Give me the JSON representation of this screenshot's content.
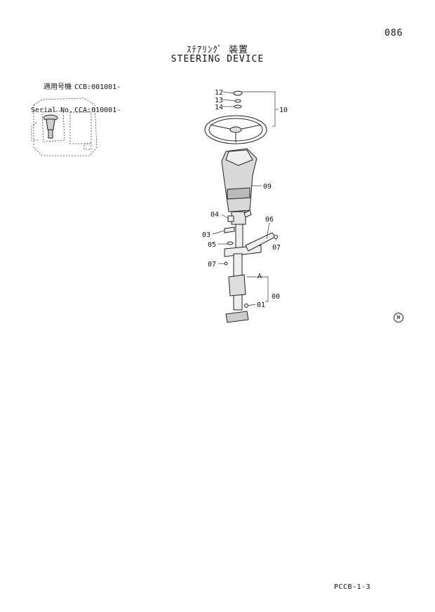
{
  "page": {
    "number": "086",
    "title_jp": "ｽﾃｱﾘﾝｸﾞ 装置",
    "title_en": "STEERING DEVICE",
    "footer_code": "PCCB-1-3",
    "w_mark": "W"
  },
  "serial": {
    "rows": [
      {
        "label": "適用号機",
        "value": "CCB:001001-"
      },
      {
        "label": "Serial No.",
        "value": "CCA:010001-"
      }
    ]
  },
  "callouts": {
    "c12": "12",
    "c13": "13",
    "c14": "14",
    "c10": "10",
    "c09": "09",
    "c04": "04",
    "c06": "06",
    "c03": "03",
    "c05": "05",
    "c07a": "07",
    "c07b": "07",
    "cA": "A",
    "c00": "00",
    "c01": "01"
  }
}
